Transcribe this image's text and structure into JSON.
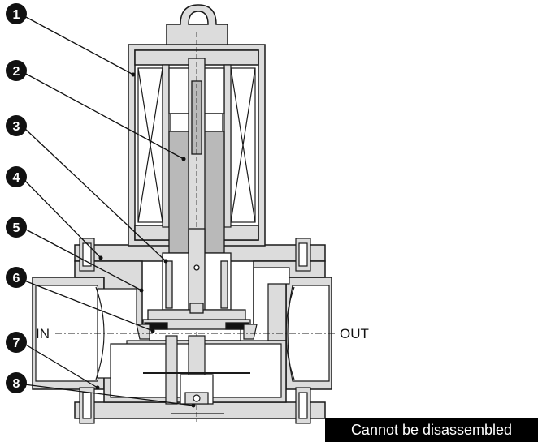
{
  "callouts": [
    "1",
    "2",
    "3",
    "4",
    "5",
    "6",
    "7",
    "8"
  ],
  "flow": {
    "inlet": "IN",
    "outlet": "OUT"
  },
  "note": "Cannot be disassembled",
  "colors": {
    "body": "#dcdcdc",
    "inner": "#b9b9b9",
    "outline": "#1a1a1a",
    "callout": "#111111",
    "seal": "#111111"
  }
}
